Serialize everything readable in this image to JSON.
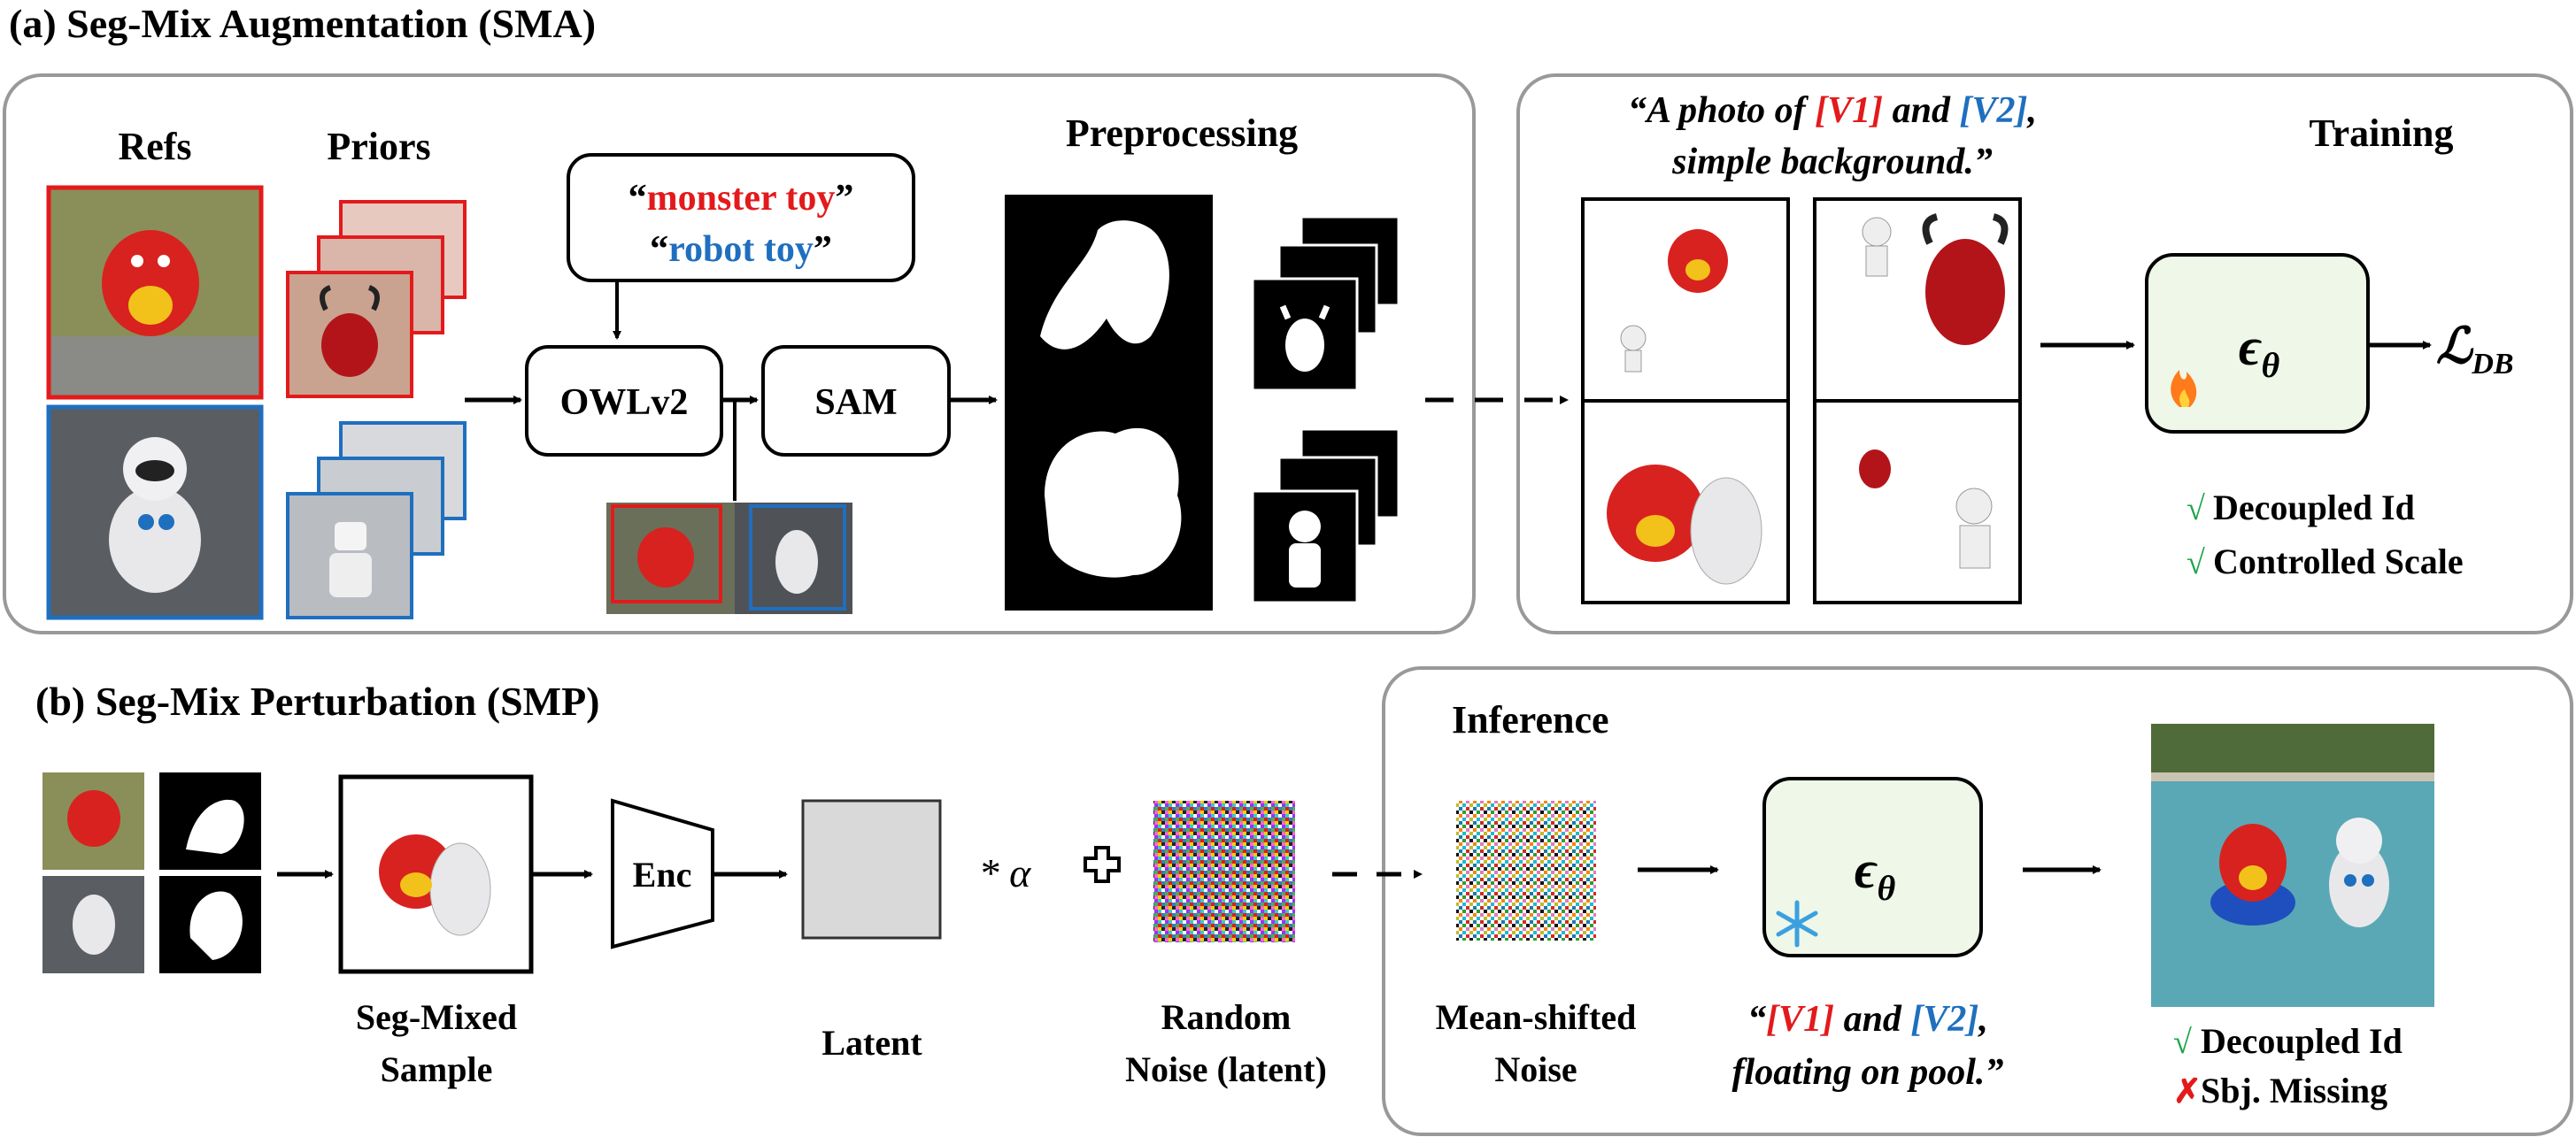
{
  "section_a": {
    "title": "(a) Seg-Mix Augmentation (SMA)",
    "refs_label": "Refs",
    "priors_label": "Priors",
    "prompt_red": "monster toy",
    "prompt_blue": "robot toy",
    "owl_label": "OWLv2",
    "sam_label": "SAM",
    "preprocessing_label": "Preprocessing",
    "train_prompt": {
      "pre1": "“A photo of ",
      "v1": "[V1]",
      "mid": " and ",
      "v2": "[V2]",
      "post1": ",",
      "line2": "simple background.”"
    },
    "training_label": "Training",
    "eps_label": "ϵθ",
    "loss_label": "ℒDB",
    "checks": [
      "Decoupled Id",
      "Controlled Scale"
    ]
  },
  "section_b": {
    "title": "(b) Seg-Mix Perturbation (SMP)",
    "enc_label": "Enc",
    "seg_mixed_label": [
      "Seg-Mixed",
      "Sample"
    ],
    "latent_label": "Latent",
    "alpha_label": "* α",
    "random_noise_label": [
      "Random",
      "Noise (latent)"
    ],
    "inference_label": "Inference",
    "mean_shifted_label": [
      "Mean-shifted",
      "Noise"
    ],
    "infer_prompt": {
      "v1": "[V1]",
      "mid": " and ",
      "v2": "[V2]",
      "post1": ",",
      "line2": "floating on pool.”",
      "open": "“"
    },
    "eps_label": "ϵθ",
    "check_ok": "Decoupled Id",
    "check_bad": "Sbj. Missing"
  },
  "colors": {
    "red": "#e31a1c",
    "blue": "#1f6fbf",
    "green": "#1aa64a",
    "panel_green": "#eef7e8"
  },
  "icons": [
    "fire-icon",
    "snowflake-icon",
    "check-icon",
    "cross-icon",
    "plus-icon"
  ]
}
